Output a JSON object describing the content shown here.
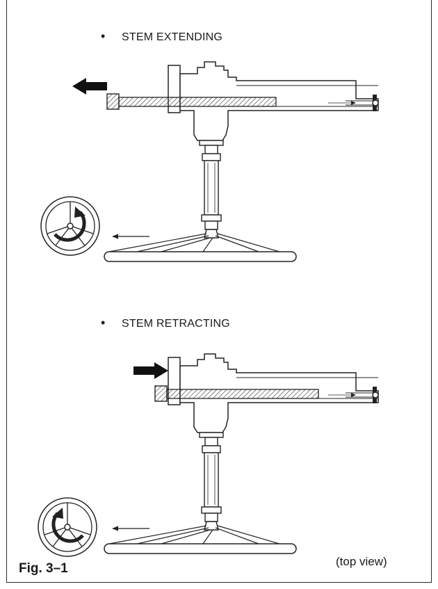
{
  "sections": [
    {
      "label": "STEM EXTENDING"
    },
    {
      "label": "STEM RETRACTING"
    }
  ],
  "figure": {
    "caption": "Fig. 3–1",
    "view_note": "(top view)"
  }
}
